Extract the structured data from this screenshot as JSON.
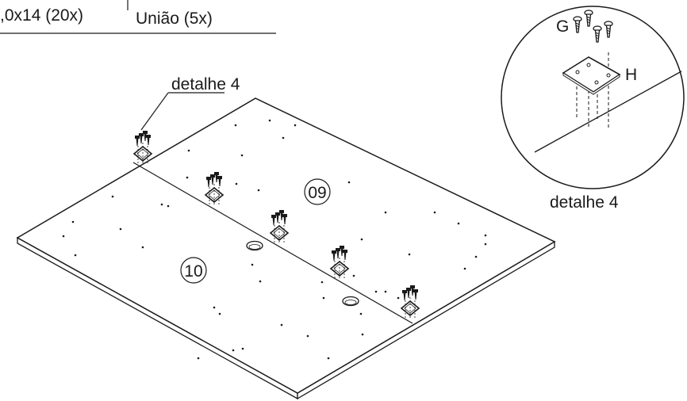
{
  "header": {
    "screw_label": ",0x14 (20x)",
    "union_label": "União (5x)"
  },
  "main_view": {
    "callout_label": "detalhe 4",
    "panel_top_number": "09",
    "panel_bottom_number": "10"
  },
  "detail_view": {
    "screw_letter": "G",
    "plate_letter": "H",
    "caption": "detalhe 4"
  },
  "colors": {
    "line": "#1a1a1a",
    "paper": "#ffffff"
  }
}
